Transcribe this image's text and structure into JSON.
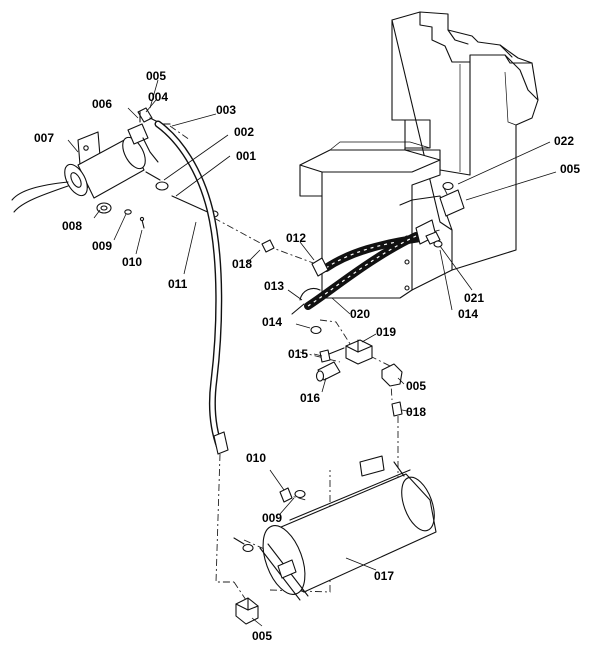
{
  "callouts": [
    {
      "id": "c-005a",
      "label": "005"
    },
    {
      "id": "c-004",
      "label": "004"
    },
    {
      "id": "c-006",
      "label": "006"
    },
    {
      "id": "c-003",
      "label": "003"
    },
    {
      "id": "c-007",
      "label": "007"
    },
    {
      "id": "c-002",
      "label": "002"
    },
    {
      "id": "c-001",
      "label": "001"
    },
    {
      "id": "c-022",
      "label": "022"
    },
    {
      "id": "c-005b",
      "label": "005"
    },
    {
      "id": "c-008",
      "label": "008"
    },
    {
      "id": "c-009a",
      "label": "009"
    },
    {
      "id": "c-010a",
      "label": "010"
    },
    {
      "id": "c-011",
      "label": "011"
    },
    {
      "id": "c-018a",
      "label": "018"
    },
    {
      "id": "c-012",
      "label": "012"
    },
    {
      "id": "c-013",
      "label": "013"
    },
    {
      "id": "c-021",
      "label": "021"
    },
    {
      "id": "c-014a",
      "label": "014"
    },
    {
      "id": "c-020",
      "label": "020"
    },
    {
      "id": "c-014b",
      "label": "014"
    },
    {
      "id": "c-019",
      "label": "019"
    },
    {
      "id": "c-015",
      "label": "015"
    },
    {
      "id": "c-005c",
      "label": "005"
    },
    {
      "id": "c-016",
      "label": "016"
    },
    {
      "id": "c-018b",
      "label": "018"
    },
    {
      "id": "c-010b",
      "label": "010"
    },
    {
      "id": "c-009b",
      "label": "009"
    },
    {
      "id": "c-017",
      "label": "017"
    },
    {
      "id": "c-005d",
      "label": "005"
    }
  ]
}
